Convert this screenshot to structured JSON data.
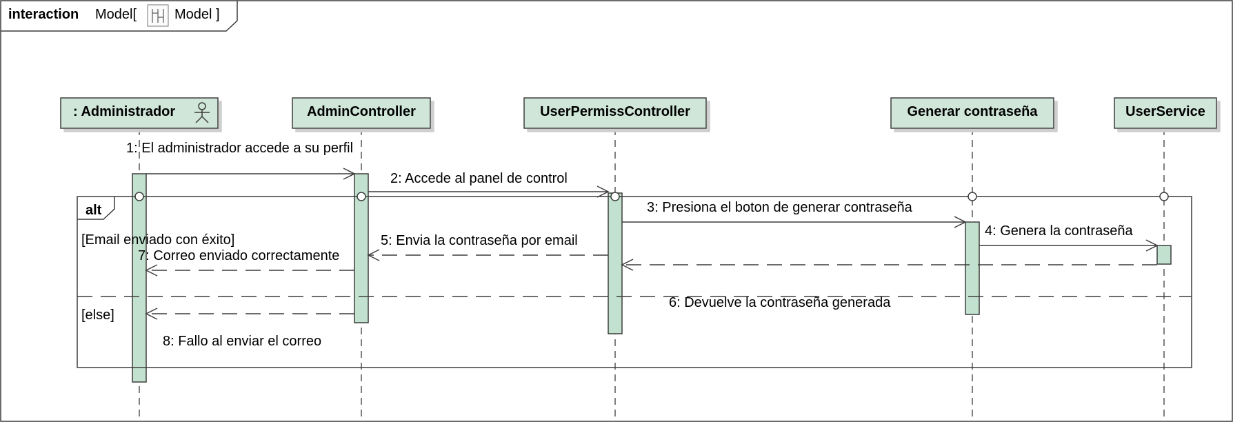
{
  "frame": {
    "keyword": "interaction",
    "name_prefix": "Model[",
    "name_suffix": "Model ]",
    "icon": "diagram-icon"
  },
  "lifelines": [
    {
      "id": "admin",
      "label": ": Administrador",
      "icon": "actor-icon"
    },
    {
      "id": "adminctl",
      "label": "AdminController"
    },
    {
      "id": "userperm",
      "label": "UserPermissController"
    },
    {
      "id": "genpass",
      "label": "Generar contraseña"
    },
    {
      "id": "usersvc",
      "label": "UserService"
    }
  ],
  "messages": [
    {
      "label": "1: El administrador accede a su perfil",
      "type": "call"
    },
    {
      "label": "2: Accede al panel de control",
      "type": "call"
    },
    {
      "label": "3: Presiona el boton de generar contraseña",
      "type": "call"
    },
    {
      "label": "4: Genera la contraseña",
      "type": "call"
    },
    {
      "label": "5: Envia la contraseña por email",
      "type": "reply"
    },
    {
      "label": "6: Devuelve la contraseña generada",
      "type": "reply"
    },
    {
      "label": "7: Correo enviado correctamente",
      "type": "reply"
    },
    {
      "label": "8: Fallo al enviar el correo",
      "type": "reply"
    }
  ],
  "fragment": {
    "operator": "alt",
    "guards": [
      "[Email enviado con éxito]",
      "[else]"
    ]
  },
  "colors": {
    "lifeline_fill": "#cfe6d8",
    "activation_fill": "#c2e2cf",
    "stroke": "#3c3c3c"
  }
}
